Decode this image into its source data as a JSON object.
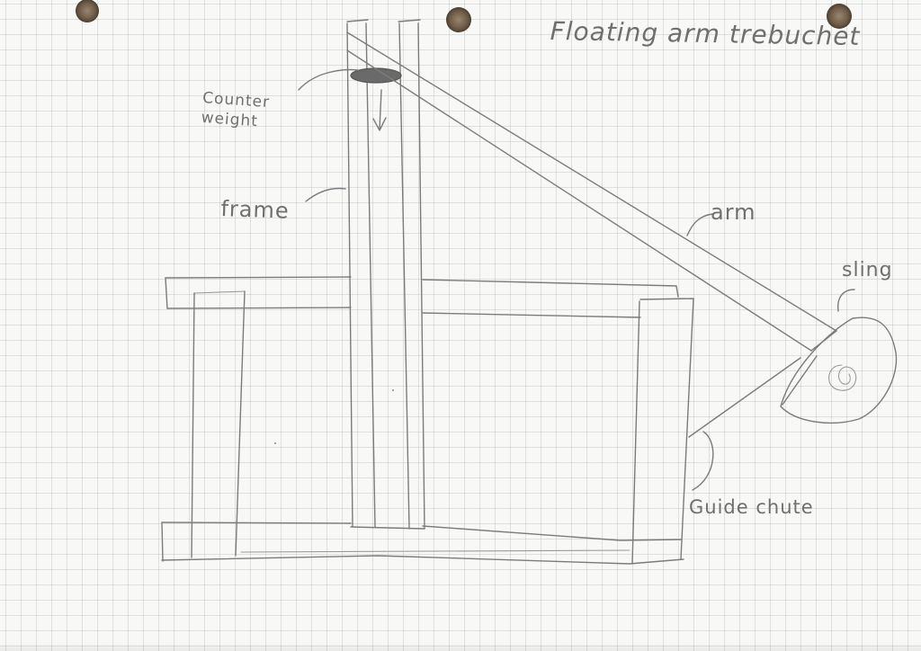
{
  "title": "Floating arm trebuchet",
  "labels": {
    "counterweight": "Counter weight",
    "frame": "frame",
    "arm": "arm",
    "sling": "sling",
    "guide_chute": "Guide chute"
  },
  "colors": {
    "paper": "#f8f8f6",
    "grid": "#a0aab4",
    "pencil": "#7c7c7c",
    "binder_hole": "#7a6a58"
  },
  "icons": {
    "binder_holes": "punched-hole",
    "counterweight_arrow": "down-arrow-icon"
  }
}
